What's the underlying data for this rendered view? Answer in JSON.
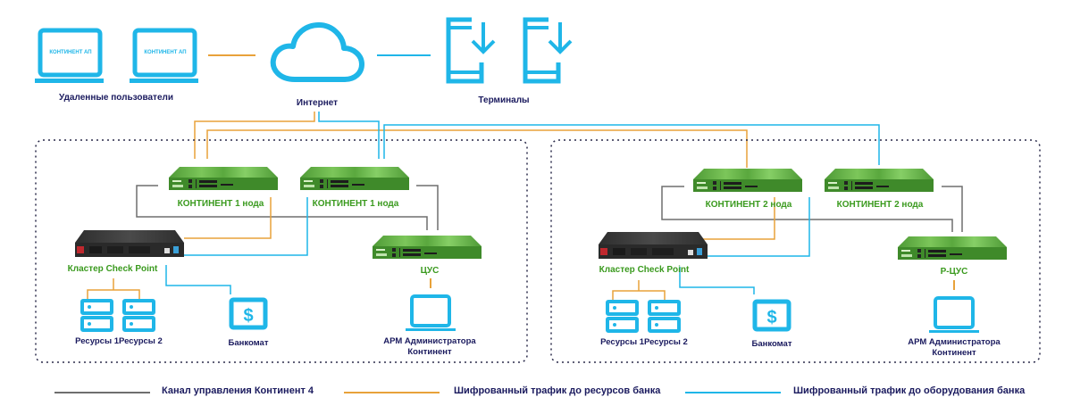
{
  "colors": {
    "cyan": "#1fb6e8",
    "orange": "#e8a23a",
    "gray": "#6e6e6e",
    "green_label": "#3a9a1e",
    "navy_text": "#1a1a5e",
    "device_green": "#5aa83e",
    "device_dark": "#3a3a3a"
  },
  "top": {
    "remote_users": {
      "label": "Удаленные пользователи",
      "laptops": [
        {
          "screen_text": "КОНТИНЕНТ АП"
        },
        {
          "screen_text": "КОНТИНЕНТ АП"
        }
      ]
    },
    "internet": {
      "label": "Интернет",
      "icon": "cloud-icon"
    },
    "terminals": {
      "label": "Терминалы",
      "icon": "phone-download-icon",
      "count": 2
    }
  },
  "segments": [
    {
      "name": "segment-1",
      "nodes": [
        {
          "label": "КОНТИНЕНТ 1 нода"
        },
        {
          "label": "КОНТИНЕНТ 1 нода"
        }
      ],
      "cluster": {
        "label": "Кластер Check Point"
      },
      "management": {
        "label": "ЦУС"
      },
      "resources": {
        "label": "Ресурсы 1Ресурсы 2"
      },
      "atm": {
        "label": "Банкомат",
        "icon": "dollar-icon"
      },
      "admin": {
        "line1": "АРМ Администратора",
        "line2": "Континент"
      }
    },
    {
      "name": "segment-2",
      "nodes": [
        {
          "label": "КОНТИНЕНТ 2 нода"
        },
        {
          "label": "КОНТИНЕНТ 2 нода"
        }
      ],
      "cluster": {
        "label": "Кластер Check Point"
      },
      "management": {
        "label": "Р-ЦУС"
      },
      "resources": {
        "label": "Ресурсы 1Ресурсы 2"
      },
      "atm": {
        "label": "Банкомат",
        "icon": "dollar-icon"
      },
      "admin": {
        "line1": "АРМ Администратора",
        "line2": "Континент"
      }
    }
  ],
  "legend": [
    {
      "label": "Канал управления Континент 4",
      "color": "#6e6e6e"
    },
    {
      "label": "Шифрованный трафик до ресурсов банка",
      "color": "#e8a23a"
    },
    {
      "label": "Шифрованный трафик до оборудования банка",
      "color": "#1fb6e8"
    }
  ]
}
